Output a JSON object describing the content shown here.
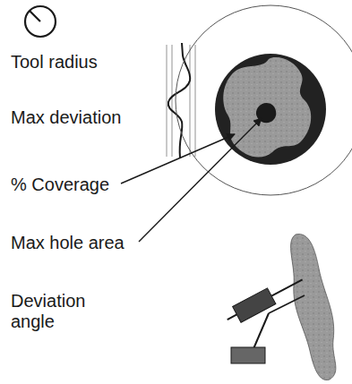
{
  "diagram": {
    "labels": [
      "Tool radius",
      "Max deviation",
      "% Coverage",
      "Max hole area",
      "Deviation angle"
    ]
  }
}
